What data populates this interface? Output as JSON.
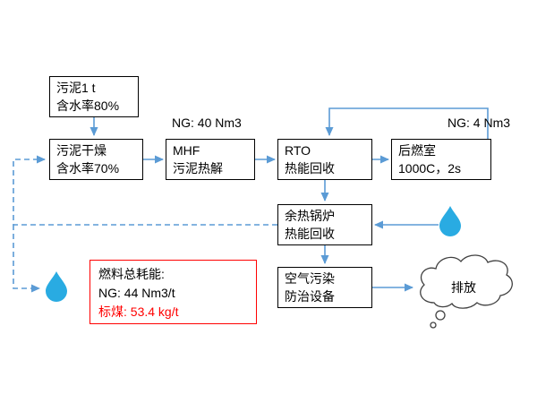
{
  "boxes": {
    "sludge_input": {
      "line1": "污泥1 t",
      "line2": "含水率80%"
    },
    "sludge_drying": {
      "line1": "污泥干燥",
      "line2": "含水率70%"
    },
    "mhf": {
      "line1": "MHF",
      "line2": "污泥热解"
    },
    "rto": {
      "line1": "RTO",
      "line2": "热能回收"
    },
    "afterburner": {
      "line1": "后燃室",
      "line2": "1000C，2s"
    },
    "boiler": {
      "line1": "余热锅炉",
      "line2": "热能回收"
    },
    "apc": {
      "line1": "空气污染",
      "line2": "防治设备"
    }
  },
  "labels": {
    "ng_mhf": "NG: 40 Nm3",
    "ng_afterburner": "NG: 4 Nm3"
  },
  "fuel_summary": {
    "line1": "燃料总耗能:",
    "line2": "NG: 44 Nm3/t",
    "line3": "标煤: 53.4 kg/t"
  },
  "cloud_label": "排放",
  "colors": {
    "connector": "#5B9BD5",
    "water_drop": "#29ABE2",
    "fuel_box_border": "#FF0000",
    "fuel_highlight": "#FF0000",
    "cloud_outline": "#404040"
  }
}
